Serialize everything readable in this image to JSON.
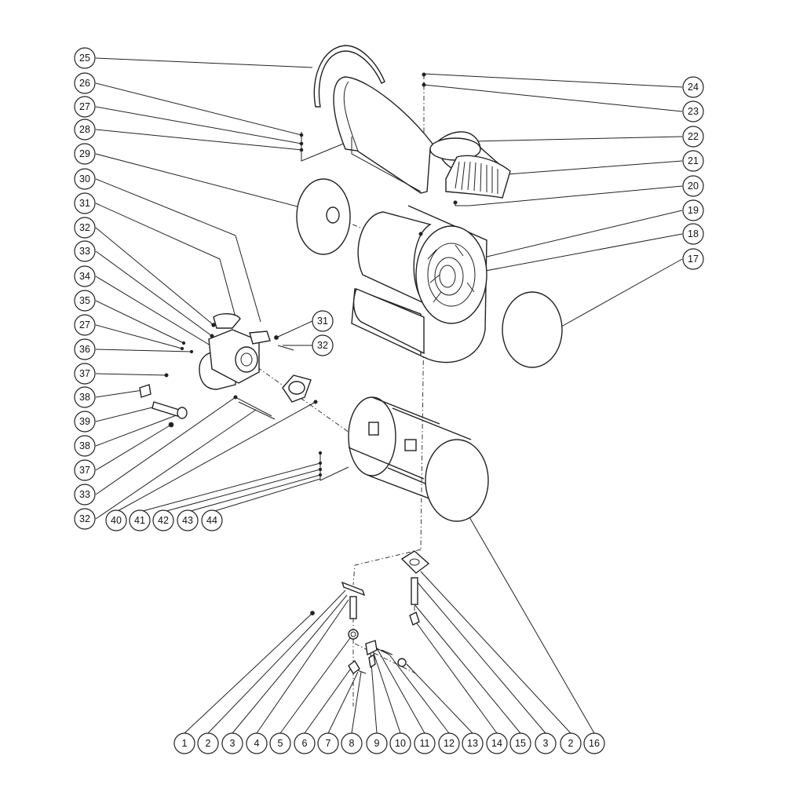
{
  "diagram": {
    "callouts": [
      {
        "id": "c25",
        "label": "25"
      },
      {
        "id": "c26",
        "label": "26"
      },
      {
        "id": "c27a",
        "label": "27"
      },
      {
        "id": "c28",
        "label": "28"
      },
      {
        "id": "c29",
        "label": "29"
      },
      {
        "id": "c30",
        "label": "30"
      },
      {
        "id": "c31a",
        "label": "31"
      },
      {
        "id": "c32a",
        "label": "32"
      },
      {
        "id": "c33a",
        "label": "33"
      },
      {
        "id": "c34",
        "label": "34"
      },
      {
        "id": "c35",
        "label": "35"
      },
      {
        "id": "c27b",
        "label": "27"
      },
      {
        "id": "c36",
        "label": "36"
      },
      {
        "id": "c37a",
        "label": "37"
      },
      {
        "id": "c38a",
        "label": "38"
      },
      {
        "id": "c39",
        "label": "39"
      },
      {
        "id": "c38b",
        "label": "38"
      },
      {
        "id": "c37b",
        "label": "37"
      },
      {
        "id": "c33b",
        "label": "33"
      },
      {
        "id": "c32b",
        "label": "32"
      },
      {
        "id": "c40",
        "label": "40"
      },
      {
        "id": "c41",
        "label": "41"
      },
      {
        "id": "c42",
        "label": "42"
      },
      {
        "id": "c43",
        "label": "43"
      },
      {
        "id": "c44",
        "label": "44"
      },
      {
        "id": "c31b",
        "label": "31"
      },
      {
        "id": "c32c",
        "label": "32"
      },
      {
        "id": "c24",
        "label": "24"
      },
      {
        "id": "c23",
        "label": "23"
      },
      {
        "id": "c22",
        "label": "22"
      },
      {
        "id": "c21",
        "label": "21"
      },
      {
        "id": "c20",
        "label": "20"
      },
      {
        "id": "c19",
        "label": "19"
      },
      {
        "id": "c18",
        "label": "18"
      },
      {
        "id": "c17",
        "label": "17"
      },
      {
        "id": "b1",
        "label": "1"
      },
      {
        "id": "b2a",
        "label": "2"
      },
      {
        "id": "b3a",
        "label": "3"
      },
      {
        "id": "b4",
        "label": "4"
      },
      {
        "id": "b5",
        "label": "5"
      },
      {
        "id": "b6",
        "label": "6"
      },
      {
        "id": "b7",
        "label": "7"
      },
      {
        "id": "b8",
        "label": "8"
      },
      {
        "id": "b9",
        "label": "9"
      },
      {
        "id": "b10",
        "label": "10"
      },
      {
        "id": "b11",
        "label": "11"
      },
      {
        "id": "b12",
        "label": "12"
      },
      {
        "id": "b13",
        "label": "13"
      },
      {
        "id": "b14",
        "label": "14"
      },
      {
        "id": "b15",
        "label": "15"
      },
      {
        "id": "b3b",
        "label": "3"
      },
      {
        "id": "b2b",
        "label": "2"
      },
      {
        "id": "b16",
        "label": "16"
      }
    ]
  }
}
